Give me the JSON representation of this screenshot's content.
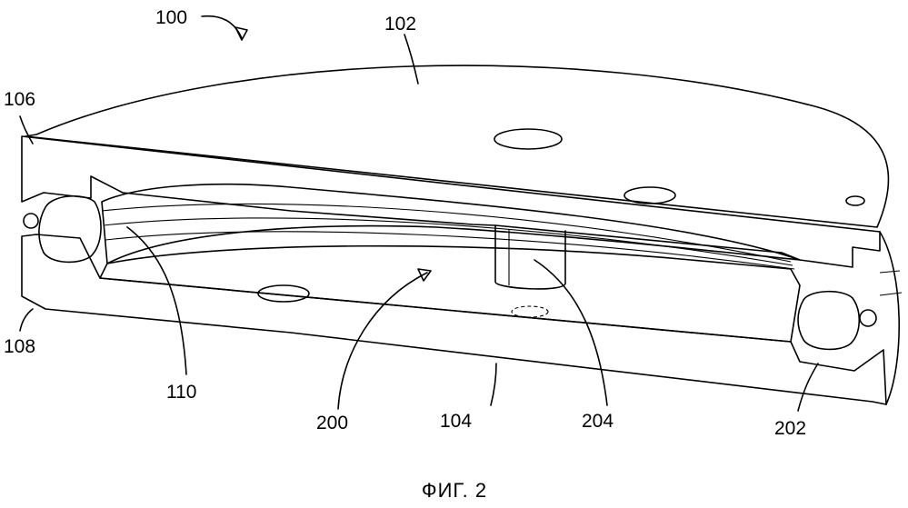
{
  "figure": {
    "caption": "ФИГ. 2",
    "labels": {
      "l100": "100",
      "l102": "102",
      "l104": "104",
      "l106": "106",
      "l108": "108",
      "l110": "110",
      "l200": "200",
      "l202": "202",
      "l204": "204"
    }
  }
}
